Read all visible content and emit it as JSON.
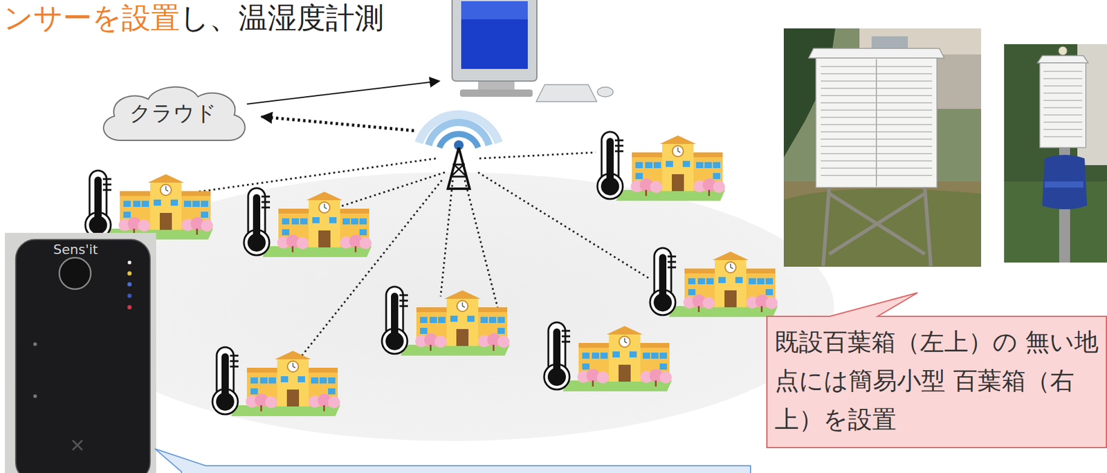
{
  "diagram": {
    "nodes": [
      {
        "text": [
          "クラウド"
        ]
      },
      {
        "text": [
          "既設百葉箱（左上）の 無い地点には簡易小型 百葉箱（右上）を設置"
        ]
      }
    ],
    "labels": [
      "ンサーを設置",
      "し、温湿度計測",
      "Sens'it"
    ]
  }
}
